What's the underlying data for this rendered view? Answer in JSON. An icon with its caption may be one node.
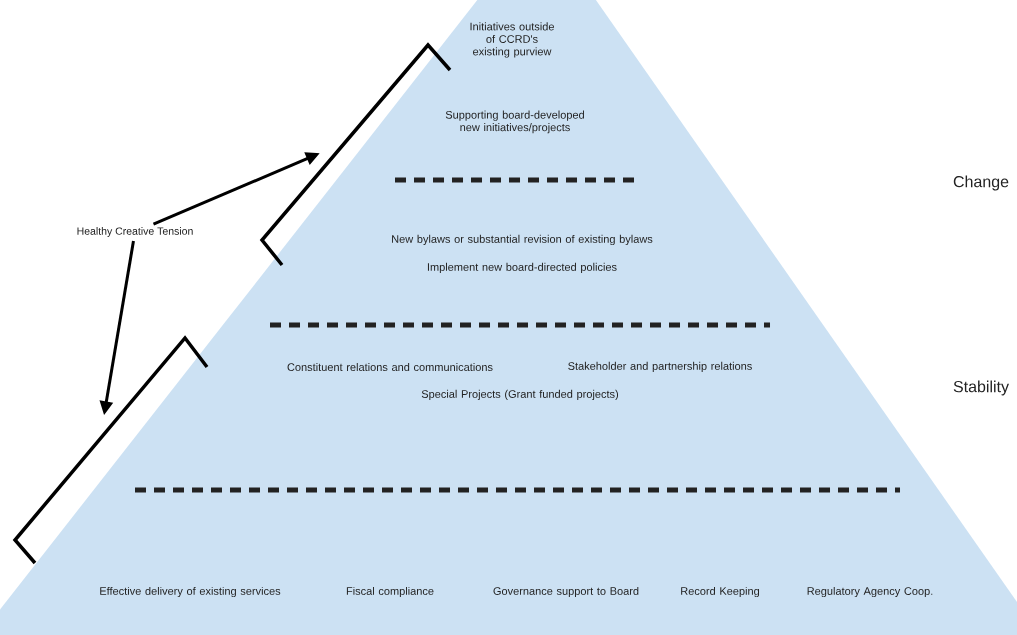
{
  "diagram": {
    "nodes": [
      {
        "text": [
          "Initiatives outside of CCRD's existing purview",
          "Supporting board-developed new initiatives/projects"
        ]
      },
      {
        "text": [
          "New bylaws or substantial revision of existing bylaws",
          "Implement new board-directed policies"
        ]
      },
      {
        "text": [
          "Constituent relations and communications",
          "Stakeholder and partnership relations",
          "Special Projects (Grant funded projects)"
        ]
      },
      {
        "text": [
          "Effective delivery of existing services",
          "Fiscal compliance",
          "Governance support to Board",
          "Record Keeping",
          "Regulatory Agency Coop."
        ]
      },
      {
        "text": [
          "Healthy Creative Tension"
        ]
      },
      {
        "text": [],
        "shape": "bracket"
      },
      {
        "text": [],
        "shape": "bracket"
      }
    ],
    "edges": [
      {
        "from": 4,
        "to": 5,
        "arrow": "to"
      },
      {
        "from": 4,
        "to": 6,
        "arrow": "to"
      }
    ],
    "labels": [
      "Change",
      "Stability"
    ]
  }
}
